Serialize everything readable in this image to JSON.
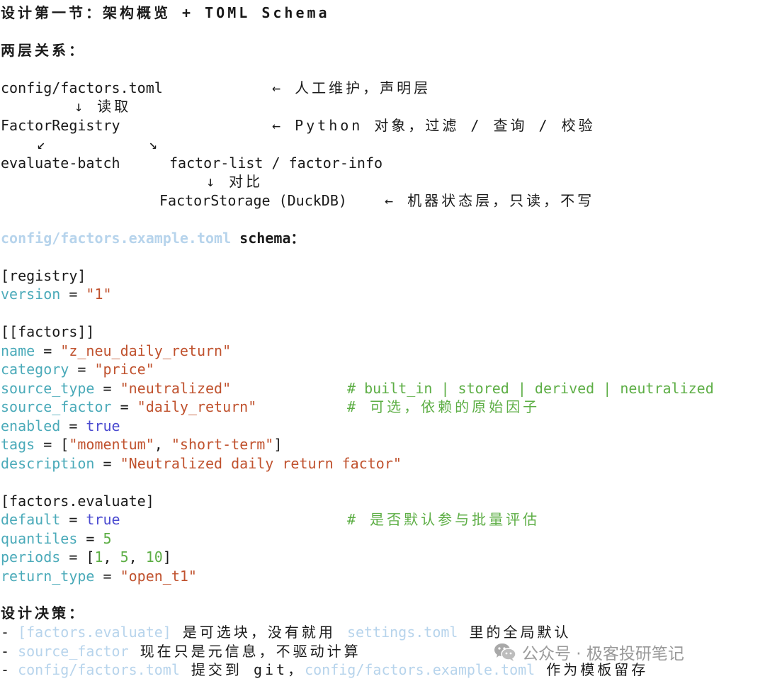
{
  "heading": "设计第一节：架构概览 + TOML Schema",
  "layers_heading": "两层关系：",
  "diagram": {
    "row1_left": "config/factors.toml",
    "row1_note": "← 人工维护，声明层",
    "row2": "↓ 读取",
    "row3_left": "FactorRegistry",
    "row3_note": "← Python 对象，过滤 / 查询 / 校验",
    "row4_arrow_left": "↙",
    "row4_arrow_right": "↘",
    "row5_left": "evaluate-batch",
    "row5_right": "factor-list / factor-info",
    "row6": "↓ 对比",
    "row7_left": "FactorStorage (DuckDB)",
    "row7_note": "← 机器状态层，只读，不写"
  },
  "schema_heading": {
    "path": "config/factors.example.toml",
    "word": "schema",
    "colon": "："
  },
  "toml": {
    "registry_section": "[registry]",
    "version_key": "version",
    "version_val": "\"1\"",
    "factors_section": "[[factors]]",
    "name_key": "name",
    "name_val": "\"z_neu_daily_return\"",
    "category_key": "category",
    "category_val": "\"price\"",
    "source_type_key": "source_type",
    "source_type_val": "\"neutralized\"",
    "source_type_comment": "# built_in | stored | derived | neutralized",
    "source_factor_key": "source_factor",
    "source_factor_val": "\"daily_return\"",
    "source_factor_comment": "# 可选，依赖的原始因子",
    "enabled_key": "enabled",
    "enabled_val": "true",
    "tags_key": "tags",
    "tags_open": "[",
    "tags_v1": "\"momentum\"",
    "tags_sep": ", ",
    "tags_v2": "\"short-term\"",
    "tags_close": "]",
    "description_key": "description",
    "description_val": "\"Neutralized daily return factor\"",
    "evaluate_section": "[factors.evaluate]",
    "default_key": "default",
    "default_val": "true",
    "default_comment": "# 是否默认参与批量评估",
    "quantiles_key": "quantiles",
    "quantiles_val": "5",
    "periods_key": "periods",
    "periods_open": "[",
    "periods_v1": "1",
    "periods_v2": "5",
    "periods_v3": "10",
    "periods_sep": ", ",
    "periods_close": "]",
    "return_type_key": "return_type",
    "return_type_val": "\"open_t1\"",
    "eq": " = "
  },
  "decisions": {
    "heading": "设计决策：",
    "bullet": "- ",
    "item1_code1": "[factors.evaluate]",
    "item1_text1": " 是可选块，没有就用 ",
    "item1_code2": "settings.toml",
    "item1_text2": " 里的全局默认",
    "item2_code1": "source_factor",
    "item2_text1": " 现在只是元信息，不驱动计算",
    "item3_code1": "config/factors.toml",
    "item3_text1": " 提交到 git，",
    "item3_code2": "config/factors.example.toml",
    "item3_text2": " 作为模板留存"
  },
  "watermark": {
    "icon": "wechat-icon",
    "text": "公众号 · 极客投研笔记"
  }
}
